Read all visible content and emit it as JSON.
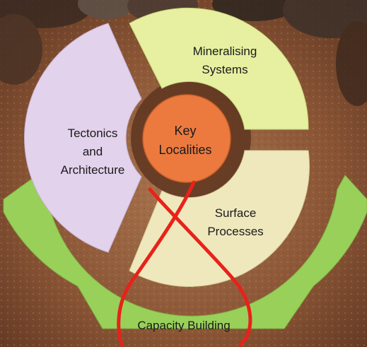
{
  "diagram": {
    "center": {
      "line1": "Key",
      "line2": "Localities"
    },
    "segments": {
      "mineralising": {
        "line1": "Mineralising",
        "line2": "Systems"
      },
      "tectonics": {
        "line1": "Tectonics",
        "line2": "and",
        "line3": "Architecture"
      },
      "surface": {
        "line1": "Surface",
        "line2": "Processes"
      }
    },
    "foundation": {
      "label": "Capacity Building"
    },
    "colors": {
      "soil_dark": "#6b3b22",
      "soil_mid": "#8e5a3a",
      "soil_light": "#b78864",
      "mineralising_fill": "#e6f0a0",
      "tectonics_fill": "#e3d2ec",
      "surface_fill": "#efe8bd",
      "center_fill": "#ec7a3f",
      "capacity_fill": "#99d05a",
      "annotation_red": "#e8221a"
    }
  }
}
